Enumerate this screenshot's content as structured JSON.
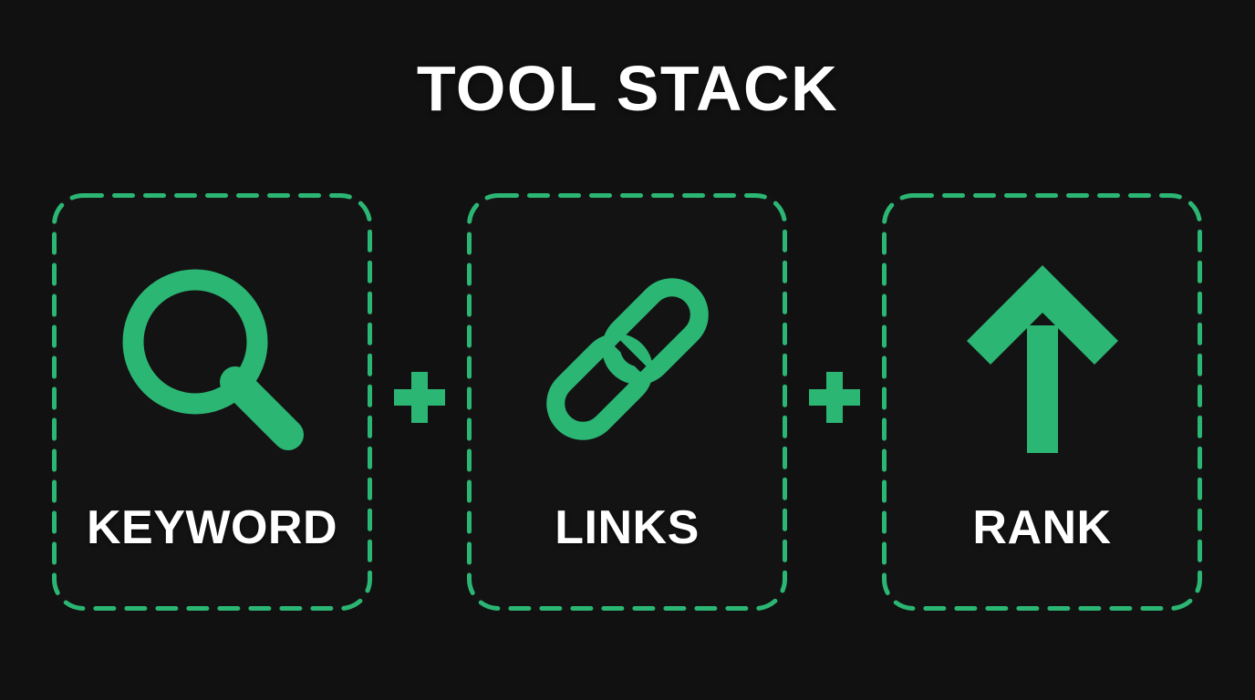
{
  "page": {
    "background_color": "#111111",
    "accent_color": "#2bb673",
    "text_color": "#ffffff"
  },
  "header": {
    "title": "TOOL STACK"
  },
  "cards": [
    {
      "label": "KEYWORD",
      "icon": "magnifying-glass-icon",
      "icon_color": "#2bb673"
    },
    {
      "label": "LINKS",
      "icon": "chain-link-icon",
      "icon_color": "#2bb673"
    },
    {
      "label": "RANK",
      "icon": "up-arrow-icon",
      "icon_color": "#2bb673"
    }
  ],
  "separators": [
    {
      "symbol": "+",
      "name": "plus-separator-1"
    },
    {
      "symbol": "+",
      "name": "plus-separator-2"
    }
  ]
}
